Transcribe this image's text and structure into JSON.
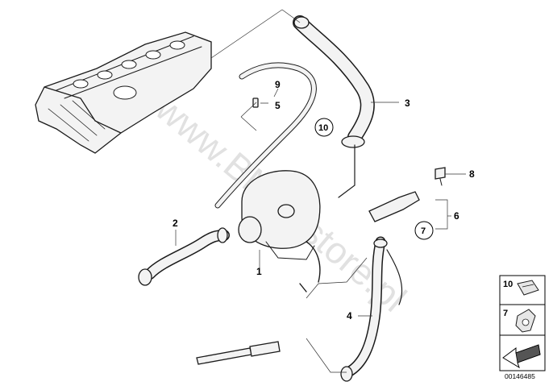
{
  "diagram": {
    "callouts": {
      "p1": "1",
      "p2": "2",
      "p3": "3",
      "p4": "4",
      "p5": "5",
      "p6": "6",
      "p7": "7",
      "p8": "8",
      "p9": "9",
      "p10": "10"
    },
    "watermark": "www.BMW-store.pl",
    "legend": {
      "item_10": "10",
      "item_7": "7"
    },
    "reference_number": "00146485"
  }
}
